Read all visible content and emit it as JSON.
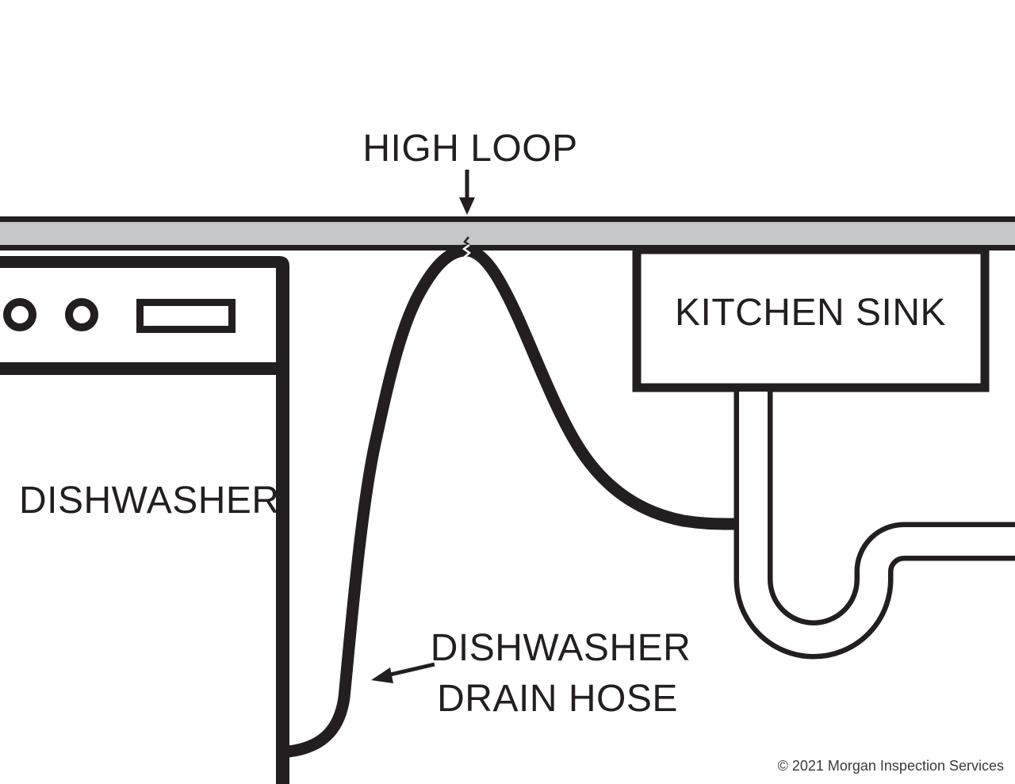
{
  "diagram": {
    "high_loop_label": "HIGH LOOP",
    "dishwasher_label": "DISHWASHER",
    "kitchen_sink_label": "KITCHEN SINK",
    "drain_hose_label_line1": "DISHWASHER",
    "drain_hose_label_line2": "DRAIN HOSE",
    "copyright": "© 2021 Morgan Inspection Services",
    "colors": {
      "line": "#231f20",
      "countertop_fill": "#c5c7c9",
      "background": "#ffffff",
      "copyright_text": "#3a3a3a"
    }
  }
}
